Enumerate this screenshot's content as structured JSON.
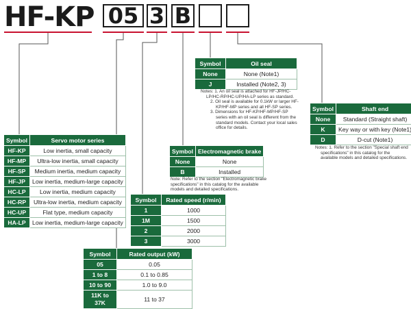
{
  "model": {
    "prefix": "HF-KP",
    "code_boxes": [
      "05",
      "3",
      "B",
      "",
      ""
    ]
  },
  "servo_series": {
    "headers": [
      "Symbol",
      "Servo motor series"
    ],
    "rows": [
      [
        "HF-KP",
        "Low inertia, small capacity"
      ],
      [
        "HF-MP",
        "Ultra-low inertia, small capacity"
      ],
      [
        "HF-SP",
        "Medium inertia, medium capacity"
      ],
      [
        "HF-JP",
        "Low inertia, medium-large capacity"
      ],
      [
        "HC-LP",
        "Low inertia, medium capacity"
      ],
      [
        "HC-RP",
        "Ultra-low inertia, medium capacity"
      ],
      [
        "HC-UP",
        "Flat type, medium capacity"
      ],
      [
        "HA-LP",
        "Low inertia, medium-large capacity"
      ]
    ]
  },
  "rated_output": {
    "headers": [
      "Symbol",
      "Rated output (kW)"
    ],
    "rows": [
      [
        "05",
        "0.05"
      ],
      [
        "1 to 8",
        "0.1 to 0.85"
      ],
      [
        "10 to 90",
        "1.0 to 9.0"
      ],
      [
        "11K to 37K",
        "11 to 37"
      ]
    ]
  },
  "rated_speed": {
    "headers": [
      "Symbol",
      "Rated speed (r/min)"
    ],
    "rows": [
      [
        "1",
        "1000"
      ],
      [
        "1M",
        "1500"
      ],
      [
        "2",
        "2000"
      ],
      [
        "3",
        "3000"
      ]
    ]
  },
  "brake": {
    "headers": [
      "Symbol",
      "Electromagnetic brake"
    ],
    "rows": [
      [
        "None",
        "None"
      ],
      [
        "B",
        "Installed"
      ]
    ],
    "note": "Note: Refer to the section \"Electromagnetic brake specifications\" in this catalog for the available models and detailed specifications."
  },
  "oil_seal": {
    "headers": [
      "Symbol",
      "Oil seal"
    ],
    "rows": [
      [
        "None",
        "None (Note1)"
      ],
      [
        "J",
        "Installed (Note2, 3)"
      ]
    ],
    "notes": [
      "Notes: 1. An oil seal is attached for HF-JP/HC-LP/HC-RP/HC-UP/HA-LP series as standard.",
      "2. Oil seal is available for 0.1kW or larger HF-KP/HF-MP series and all HF-SP series.",
      "3. Dimensions for HF-KP/HF-MP/HF-SP series with an oil seal is different from the standard models. Contact your local sales office for details."
    ]
  },
  "shaft_end": {
    "headers": [
      "Symbol",
      "Shaft end"
    ],
    "rows": [
      [
        "None",
        "Standard (Straight shaft)"
      ],
      [
        "K",
        "Key way or with key (Note1)"
      ],
      [
        "D",
        "D-cut (Note1)"
      ]
    ],
    "note": "Notes: 1. Refer to the section \"Special shaft end specifications\" in this catalog for the available models and detailed specifications."
  },
  "colors": {
    "header_green": "#1a6a3c",
    "underline_red": "#c8102e",
    "line_gray": "#555555"
  }
}
